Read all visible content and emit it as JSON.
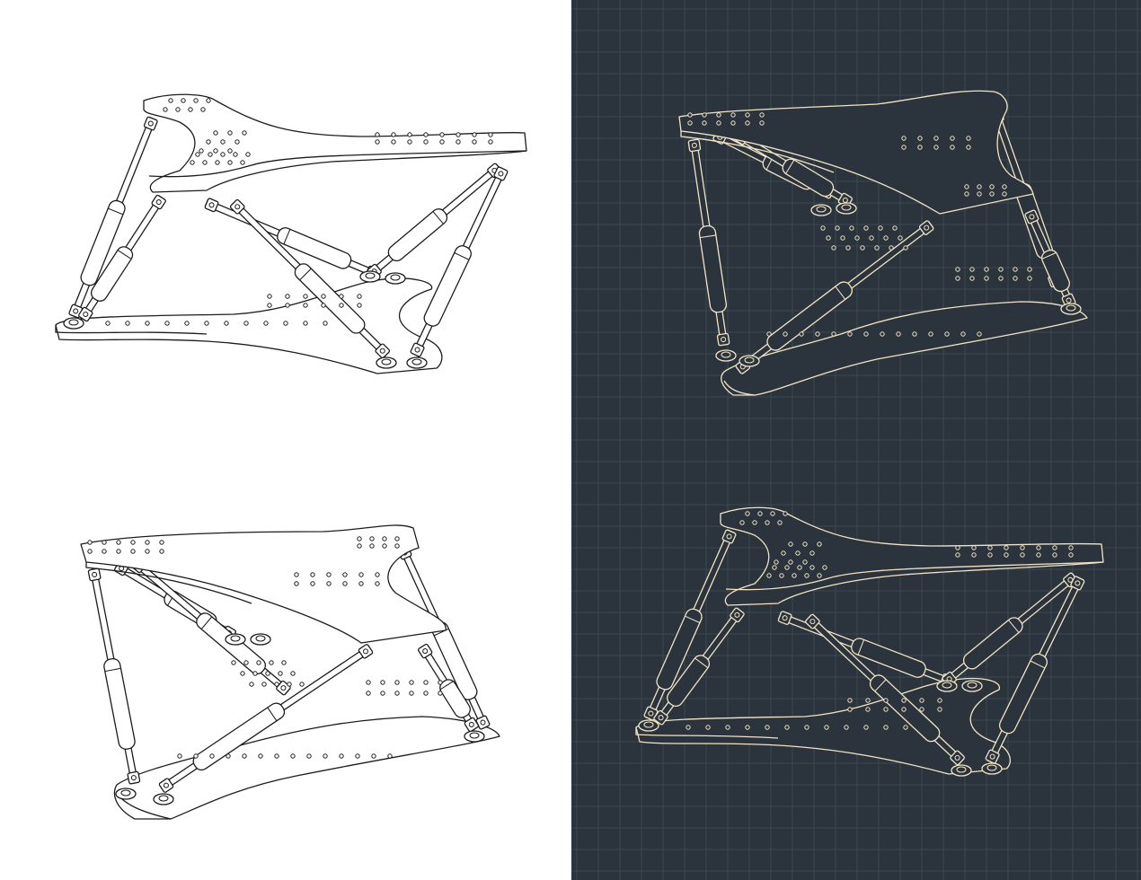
{
  "theme": {
    "light_background": "#ffffff",
    "light_stroke": "#1c1c1c",
    "light_fill": "#ffffff",
    "dark_background": "#2b343c",
    "dark_stroke": "#f1e4c6",
    "dark_fill": "#2b343c",
    "grid_color": "#3b4a50"
  },
  "panels": [
    {
      "id": "white",
      "style": "line-drawing"
    },
    {
      "id": "dark",
      "style": "blueprint-grid"
    }
  ],
  "subject": "stewart-platform-hexapod"
}
